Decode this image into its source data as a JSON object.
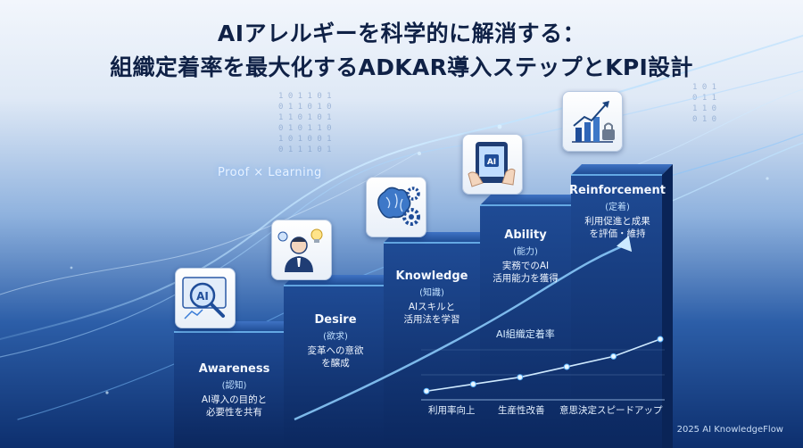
{
  "title": {
    "line1": "AIアレルギーを科学的に解消する：",
    "line2": "組織定着率を最大化するADKAR導入ステップとKPI設計"
  },
  "overlay_text": "Proof × Learning",
  "steps": [
    {
      "name": "Awareness",
      "jp": "(認知)",
      "desc1": "AI導入の目的と",
      "desc2": "必要性を共有",
      "icon": "magnifier-ai-icon"
    },
    {
      "name": "Desire",
      "jp": "(欲求)",
      "desc1": "変革への意欲",
      "desc2": "を醸成",
      "icon": "person-lightbulb-icon"
    },
    {
      "name": "Knowledge",
      "jp": "(知識)",
      "desc1": "AIスキルと",
      "desc2": "活用法を学習",
      "icon": "brain-gears-icon"
    },
    {
      "name": "Ability",
      "jp": "(能力)",
      "desc1": "実務でのAI",
      "desc2": "活用能力を獲得",
      "icon": "tablet-ai-icon"
    },
    {
      "name": "Reinforcement",
      "jp": "(定着)",
      "desc1": "利用促進と成果",
      "desc2": "を評価・維持",
      "icon": "growth-chart-lock-icon"
    }
  ],
  "chart": {
    "series_label": "AI組織定着率",
    "axis_labels": [
      "利用率向上",
      "生産性改善",
      "意思決定スピードアップ"
    ]
  },
  "chart_data": {
    "type": "line",
    "title": "",
    "series": [
      {
        "name": "AI組織定着率",
        "values": [
          1,
          2,
          3,
          4.5,
          6,
          8.5
        ]
      }
    ],
    "categories": [
      "利用率向上",
      "生産性改善",
      "意思決定スピードアップ"
    ]
  },
  "footer": {
    "copyright": "2025 AI KnowledgeFlow"
  },
  "colors": {
    "title": "#0f2146",
    "accent": "#5fb6ff",
    "dark_bg": "#0d2f6e"
  }
}
